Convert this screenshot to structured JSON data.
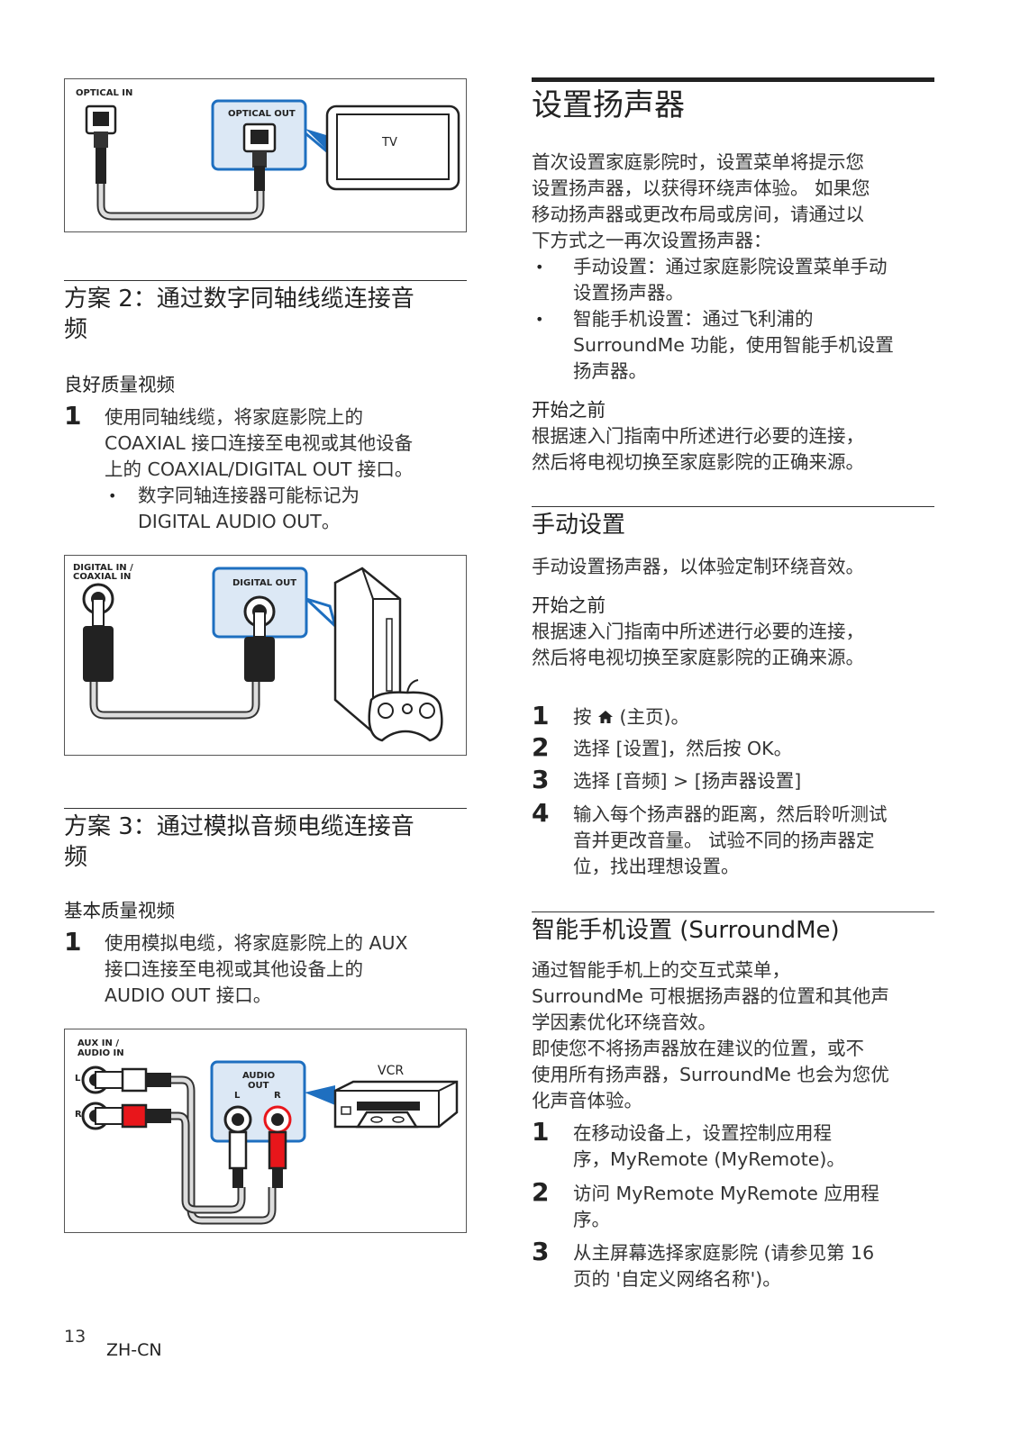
{
  "left": {
    "fig_optical": {
      "optical_in": "OPTICAL IN",
      "optical_out": "OPTICAL OUT",
      "tv": "TV"
    },
    "option2": {
      "heading_line1": "方案 2：通过数字同轴线缆连接音",
      "heading_line2": "频",
      "subheading": "良好质量视频",
      "step1_num": "1",
      "step1_lines": [
        "使用同轴线缆，将家庭影院上的",
        "COAXIAL 接口连接至电视或其他设备",
        "上的 COAXIAL/DIGITAL OUT 接口。"
      ],
      "bullet": "•",
      "bullet_lines": [
        "数字同轴连接器可能标记为",
        "DIGITAL AUDIO OUT。"
      ]
    },
    "fig_coaxial": {
      "in_label_1": "DIGITAL IN /",
      "in_label_2": "COAXIAL IN",
      "out_label": "DIGITAL OUT"
    },
    "option3": {
      "heading_line1": "方案 3：通过模拟音频电缆连接音",
      "heading_line2": "频",
      "subheading": "基本质量视频",
      "step1_num": "1",
      "step1_lines": [
        "使用模拟电缆，将家庭影院上的 AUX",
        "接口连接至电视或其他设备上的",
        "AUDIO OUT 接口。"
      ]
    },
    "fig_aux": {
      "in_label_1": "AUX IN /",
      "in_label_2": "AUDIO IN",
      "l": "L",
      "r": "R",
      "audio": "AUDIO",
      "out": "OUT",
      "out_l": "L",
      "out_r": "R",
      "vcr": "VCR"
    }
  },
  "right": {
    "title": "设置扬声器",
    "intro_lines": [
      "首次设置家庭影院时，设置菜单将提示您",
      "设置扬声器，以获得环绕声体验。 如果您",
      "移动扬声器或更改布局或房间，请通过以",
      "下方式之一再次设置扬声器："
    ],
    "bullets": [
      {
        "mark": "•",
        "lines": [
          "手动设置：通过家庭影院设置菜单手动",
          "设置扬声器。"
        ]
      },
      {
        "mark": "•",
        "lines": [
          "智能手机设置：通过飞利浦的",
          "SurroundMe 功能，使用智能手机设置",
          "扬声器。"
        ]
      }
    ],
    "before_title": "开始之前",
    "before_lines": [
      "根据速入门指南中所述进行必要的连接，",
      "然后将电视切换至家庭影院的正确来源。"
    ],
    "manual": {
      "heading": "手动设置",
      "intro": "手动设置扬声器，以体验定制环绕音效。",
      "before_title": "开始之前",
      "before_lines": [
        "根据速入门指南中所述进行必要的连接，",
        "然后将电视切换至家庭影院的正确来源。"
      ],
      "steps": [
        {
          "num": "1",
          "pre": "按 ",
          "icon": "home-icon",
          "post": " (主页)。"
        },
        {
          "num": "2",
          "lines": [
            "选择 [设置]，然后按 OK。"
          ]
        },
        {
          "num": "3",
          "lines": [
            "选择 [音频] > [扬声器设置]"
          ]
        },
        {
          "num": "4",
          "lines": [
            "输入每个扬声器的距离，然后聆听测试",
            "音并更改音量。 试验不同的扬声器定",
            "位，找出理想设置。"
          ]
        }
      ]
    },
    "smart": {
      "heading": "智能手机设置 (SurroundMe)",
      "intro_lines": [
        "通过智能手机上的交互式菜单，",
        "SurroundMe 可根据扬声器的位置和其他声",
        "学因素优化环绕音效。",
        "即使您不将扬声器放在建议的位置，或不",
        "使用所有扬声器，SurroundMe 也会为您优",
        "化声音体验。"
      ],
      "steps": [
        {
          "num": "1",
          "lines": [
            "在移动设备上，设置控制应用程",
            "序，MyRemote (MyRemote)。"
          ]
        },
        {
          "num": "2",
          "lines": [
            "访问 MyRemote MyRemote 应用程",
            "序。"
          ]
        },
        {
          "num": "3",
          "lines": [
            "从主屏幕选择家庭影院 (请参见第 16",
            "页的 '自定义网络名称')。"
          ]
        }
      ]
    }
  },
  "footer": {
    "page": "13",
    "lang": "ZH-CN"
  }
}
